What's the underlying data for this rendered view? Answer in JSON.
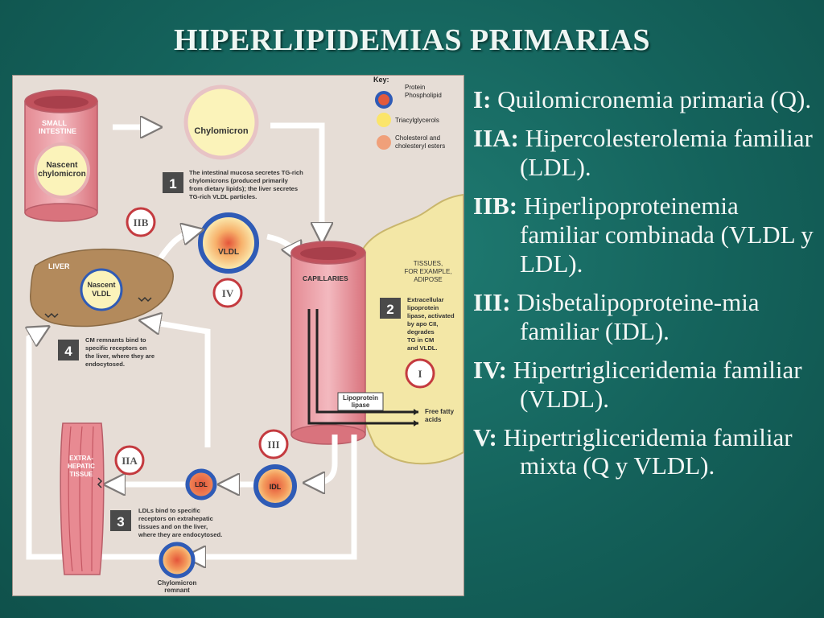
{
  "slide": {
    "title": "HIPERLIPIDEMIAS PRIMARIAS"
  },
  "diagram": {
    "key": {
      "title": "Key:",
      "protein": "Protein",
      "phospholipid": "Phospholipid",
      "triacylglycerols": "Triacylglycerols",
      "cholesterol_1": "Cholesterol and",
      "cholesterol_2": "cholesteryl esters"
    },
    "small_intestine_1": "SMALL",
    "small_intestine_2": "INTESTINE",
    "nascent_chylo_1": "Nascent",
    "nascent_chylo_2": "chylomicron",
    "chylomicron": "Chylomicron",
    "step1_num": "1",
    "step1_text": [
      "The intestinal mucosa secretes TG-rich",
      "chylomicrons (produced primarily",
      "from dietary lipids); the liver secretes",
      "TG-rich VLDL particles."
    ],
    "vldl": "VLDL",
    "liver": "LIVER",
    "nascent_vldl_1": "Nascent",
    "nascent_vldl_2": "VLDL",
    "capillaries": "CAPILLARIES",
    "tissues": [
      "TISSUES,",
      "FOR EXAMPLE,",
      "ADIPOSE"
    ],
    "step2_num": "2",
    "step2_text": [
      "Extracellular",
      "lipoprotein",
      "lipase, activated",
      "by apo CII,",
      "degrades",
      "TG in CM",
      "and VLDL."
    ],
    "step4_num": "4",
    "step4_text": [
      "CM remnants bind to",
      "specific receptors on",
      "the liver, where they are",
      "endocytosed."
    ],
    "lipoprotein_lipase_1": "Lipoprotein",
    "lipoprotein_lipase_2": "lipase",
    "free_fatty_1": "Free fatty",
    "free_fatty_2": "acids",
    "extrahepatic": [
      "EXTRA-",
      "HEPATIC",
      "TISSUE"
    ],
    "ldl": "LDL",
    "idl": "IDL",
    "step3_num": "3",
    "step3_text": [
      "LDLs bind to specific",
      "receptors on extrahepatic",
      "tissues and on the liver,",
      "where they are endocytosed."
    ],
    "chylo_remnant_1": "Chylomicron",
    "chylo_remnant_2": "remnant",
    "badges": {
      "iib": "IIB",
      "iv": "IV",
      "i": "I",
      "iii": "III",
      "iia": "IIA"
    }
  },
  "classification": [
    {
      "label": "I:",
      "text": "Quilomicronemia primaria (Q)."
    },
    {
      "label": "IIA:",
      "text": "Hipercolesterolemia familiar (LDL)."
    },
    {
      "label": "IIB:",
      "text": "Hiperlipoproteinemia familiar combinada (VLDL y LDL)."
    },
    {
      "label": "III:",
      "text": "Disbetalipoproteine-mia familiar (IDL)."
    },
    {
      "label": "IV:",
      "text": "Hipertrigliceridemia familiar (VLDL)."
    },
    {
      "label": "V:",
      "text": "Hipertrigliceridemia familiar mixta (Q y VLDL)."
    }
  ]
}
